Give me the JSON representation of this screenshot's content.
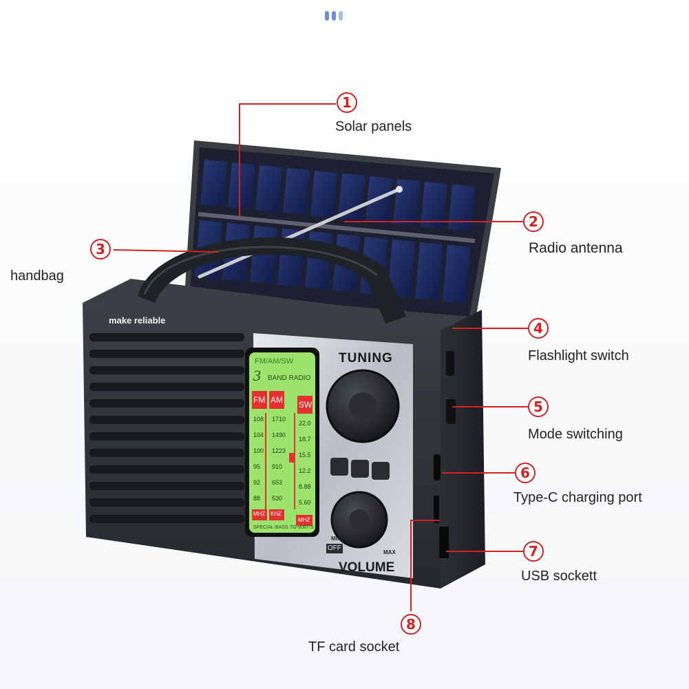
{
  "brand_text": "make reliable",
  "panel": {
    "tuning_label": "TUNING",
    "volume_label": "VOLUME",
    "off_label": "OFF",
    "min_label": "MIN",
    "max_label": "MAX"
  },
  "dial": {
    "band_title": "FM/AM/SW",
    "band_radio_number": "3",
    "band_radio_text": "BAND RADIO",
    "fm": "FM",
    "am": "AM",
    "sw": "SW",
    "fm_scale": [
      "108",
      "104",
      "100",
      "95",
      "92",
      "88"
    ],
    "am_scale": [
      "1710",
      "1490",
      "1223",
      "910",
      "653",
      "530"
    ],
    "sw_scale": [
      "22.0",
      "18.7",
      "15.5",
      "12.2",
      "8.88",
      "5.60"
    ],
    "unit_mhz": "MHZ",
    "unit_khz": "KHZ",
    "unit_mhz2": "MHZ",
    "footer_left": "SPECIAL-BASS",
    "footer_right": "TG-908T-S"
  },
  "callouts": [
    {
      "num": "1",
      "label": "Solar panels"
    },
    {
      "num": "2",
      "label": "Radio antenna"
    },
    {
      "num": "3",
      "label": "handbag"
    },
    {
      "num": "4",
      "label": "Flashlight switch"
    },
    {
      "num": "5",
      "label": "Mode switching"
    },
    {
      "num": "6",
      "label": "Type-C charging port"
    },
    {
      "num": "7",
      "label": "USB sockett"
    },
    {
      "num": "8",
      "label": "TF card socket"
    }
  ],
  "colors": {
    "callout_red": "#d42020",
    "body_dark": "#2e3136",
    "dial_green": "#9be36a"
  }
}
